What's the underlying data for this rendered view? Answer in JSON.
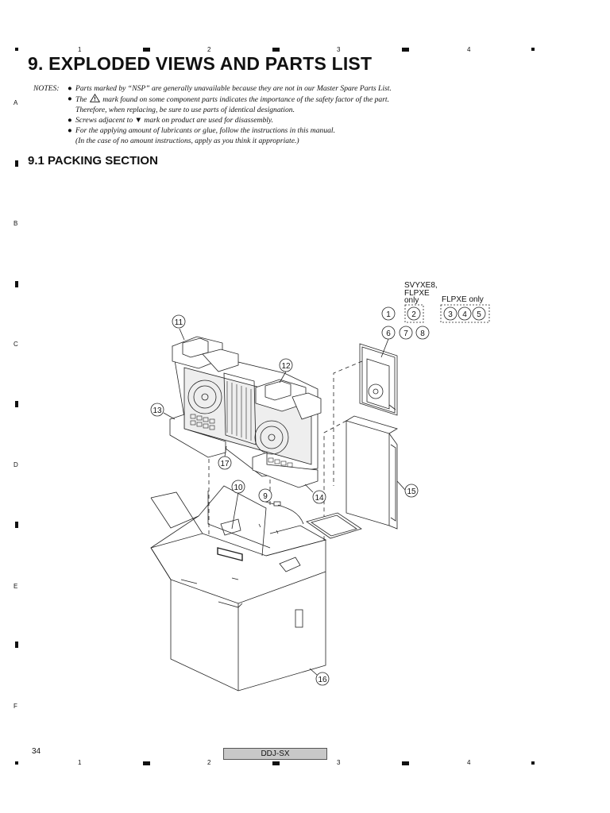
{
  "column_numbers": [
    "1",
    "2",
    "3",
    "4"
  ],
  "row_letters": [
    "A",
    "B",
    "C",
    "D",
    "E",
    "F"
  ],
  "title": "9. EXPLODED VIEWS AND PARTS LIST",
  "notes": {
    "label": "NOTES:",
    "items": [
      {
        "text": "Parts marked by “NSP” are generally unavailable because they are not in our Master Spare Parts List."
      },
      {
        "pre": "The",
        "post": "mark found on some component parts indicates the importance of the safety factor of the part.",
        "sub": "Therefore, when replacing, be sure to use parts of identical designation.",
        "icon": "warning-triangle-icon"
      },
      {
        "text": "Screws adjacent to ▼ mark on product are used for disassembly."
      },
      {
        "text": "For the applying amount of lubricants or glue, follow the instructions in this manual.",
        "sub": "(In the case of no amount instructions, apply as you think it appropriate.)"
      }
    ]
  },
  "section_title": "9.1  PACKING SECTION",
  "diagram": {
    "group_svyxe8_label": [
      "SVYXE8,",
      "FLPXE",
      "only"
    ],
    "group_flpxe_label": "FLPXE only",
    "callouts": [
      "1",
      "2",
      "3",
      "4",
      "5",
      "6",
      "7",
      "8",
      "9",
      "10",
      "11",
      "12",
      "13",
      "14",
      "15",
      "16",
      "17"
    ]
  },
  "footer": {
    "page_number": "34",
    "model": "DDJ-SX"
  }
}
